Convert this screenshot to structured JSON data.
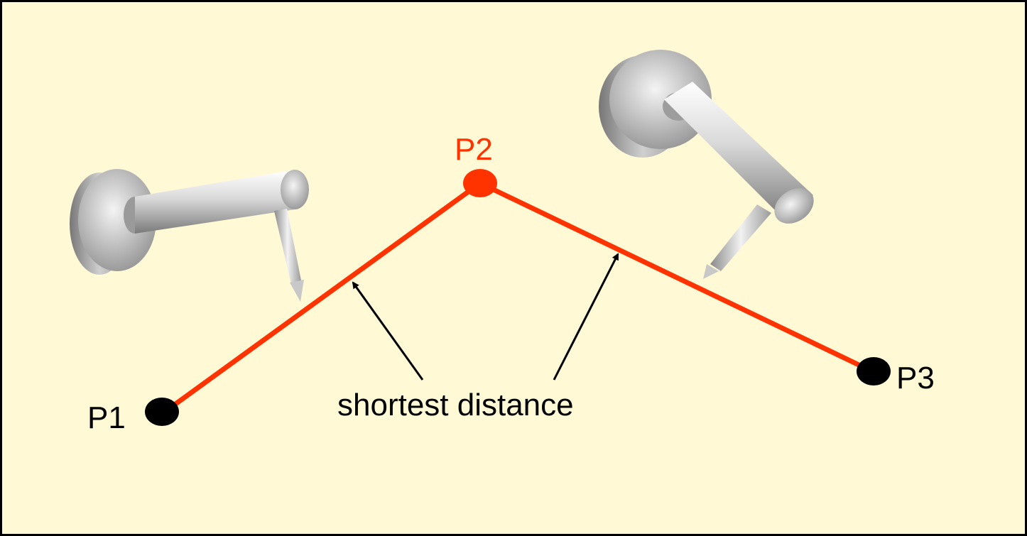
{
  "diagram": {
    "background_color": "#fff9d6",
    "border_color": "#000000",
    "path_color": "#ff3300",
    "point_color": "#000000",
    "highlight_point_color": "#ff3300",
    "points": {
      "p1": {
        "label": "P1"
      },
      "p2": {
        "label": "P2"
      },
      "p3": {
        "label": "P3"
      }
    },
    "annotation": {
      "text": "shortest distance"
    },
    "icons": [
      "robot-arm-left-icon",
      "robot-arm-right-icon"
    ]
  }
}
